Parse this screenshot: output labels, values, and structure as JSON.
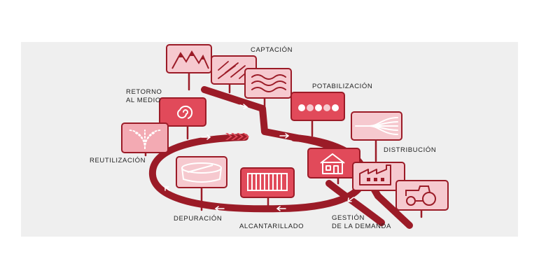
{
  "colors": {
    "panel": "#efefef",
    "pipe": "#9b1b27",
    "card_border": "#9b1b27",
    "card_fill_dark": "#e14a5a",
    "card_fill_light": "#f6c9cf",
    "card_fill_mid": "#f3aab3"
  },
  "labels": {
    "captacion": "CAPTACIÓN",
    "potabilizacion": "POTABILIZACIÓN",
    "retorno_line1": "RETORNO",
    "retorno_line2": "AL MEDIO",
    "distribucion": "DISTRIBUCIÓN",
    "reutilizacion": "REUTILIZACIÓN",
    "depuracion": "DEPURACIÓN",
    "alcantarillado": "ALCANTARILLADO",
    "gestion_line1": "GESTIÓN",
    "gestion_line2": "DE LA DEMANDA"
  },
  "icons": [
    "mountains-icon",
    "rain-icon",
    "waves-icon",
    "filter-dots-icon",
    "spiral-icon",
    "fountain-icon",
    "branches-icon",
    "house-icon",
    "factory-icon",
    "tractor-icon",
    "settling-tank-icon",
    "grate-icon"
  ]
}
